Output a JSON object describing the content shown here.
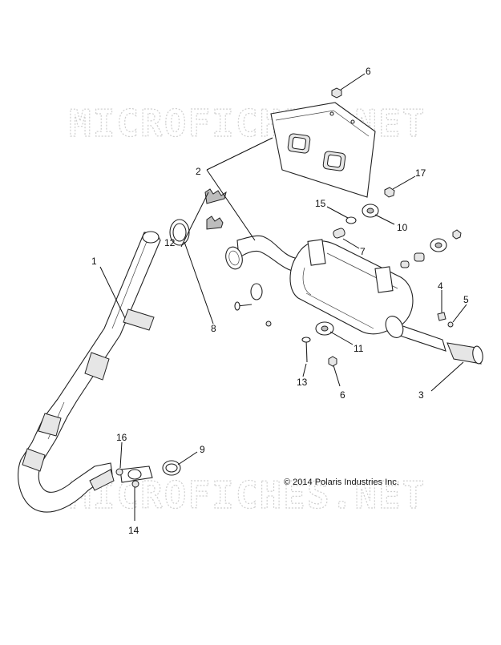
{
  "watermark": {
    "text": "MICROFICHES.NET"
  },
  "copyright": "© 2014 Polaris Industries Inc.",
  "callouts": [
    {
      "id": "c1",
      "label": "1"
    },
    {
      "id": "c2",
      "label": "2"
    },
    {
      "id": "c3",
      "label": "3"
    },
    {
      "id": "c4",
      "label": "4"
    },
    {
      "id": "c5",
      "label": "5"
    },
    {
      "id": "c6a",
      "label": "6"
    },
    {
      "id": "c6b",
      "label": "6"
    },
    {
      "id": "c7",
      "label": "7"
    },
    {
      "id": "c8",
      "label": "8"
    },
    {
      "id": "c9",
      "label": "9"
    },
    {
      "id": "c10",
      "label": "10"
    },
    {
      "id": "c11",
      "label": "11"
    },
    {
      "id": "c12",
      "label": "12"
    },
    {
      "id": "c13",
      "label": "13"
    },
    {
      "id": "c14",
      "label": "14"
    },
    {
      "id": "c15",
      "label": "15"
    },
    {
      "id": "c16",
      "label": "16"
    },
    {
      "id": "c17",
      "label": "17"
    }
  ]
}
